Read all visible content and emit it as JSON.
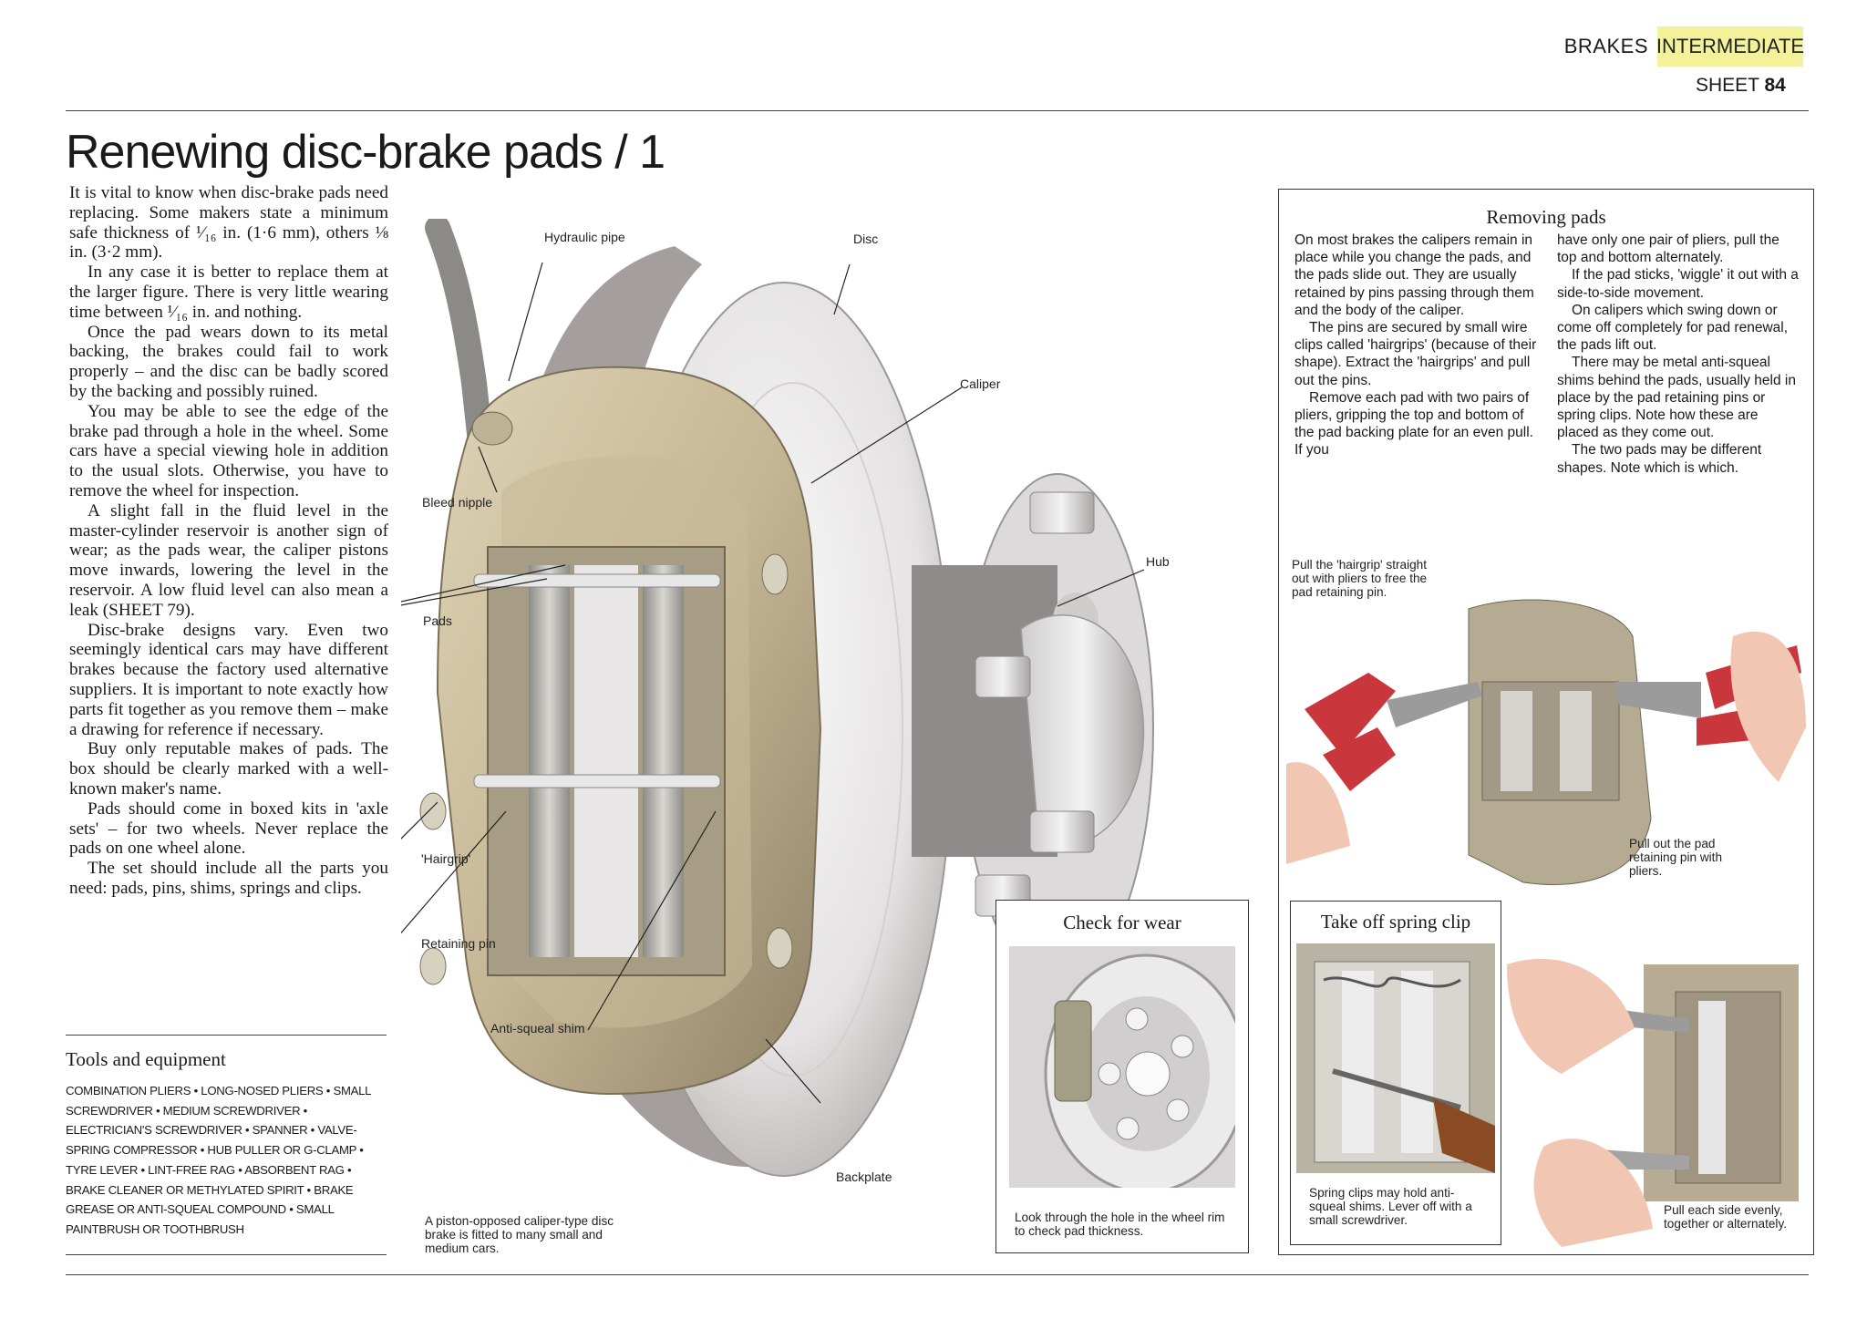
{
  "header": {
    "section": "BRAKES",
    "level_badge": "INTERMEDIATE",
    "sheet_label": "SHEET",
    "sheet_number": "84",
    "badge_color": "#f3f29a"
  },
  "title": {
    "main": "Renewing disc-brake pads",
    "suffix": "/ 1"
  },
  "intro_paragraphs": [
    "It is vital to know when disc-brake pads need replacing. Some makers state a minimum safe thickness of ¹⁄₁₆ in. (1·6 mm), others ⅛ in. (3·2 mm).",
    "In any case it is better to replace them at the larger figure. There is very little wearing time between ¹⁄₁₆ in. and nothing.",
    "Once the pad wears down to its metal backing, the brakes could fail to work properly – and the disc can be badly scored by the backing and possibly ruined.",
    "You may be able to see the edge of the brake pad through a hole in the wheel. Some cars have a special viewing hole in addition to the usual slots. Otherwise, you have to remove the wheel for inspection.",
    "A slight fall in the fluid level in the master-cylinder reservoir is another sign of wear; as the pads wear, the caliper pistons move inwards, lowering the level in the reservoir. A low fluid level can also mean a leak (SHEET 79).",
    "Disc-brake designs vary. Even two seemingly identical cars may have different brakes because the factory used alternative suppliers. It is important to note exactly how parts fit together as you remove them – make a drawing for reference if necessary.",
    "Buy only reputable makes of pads. The box should be clearly marked with a well-known maker's name.",
    "Pads should come in boxed kits in 'axle sets' – for two wheels. Never replace the pads on one wheel alone.",
    "The set should include all the parts you need: pads, pins, shims, springs and clips."
  ],
  "tools": {
    "heading": "Tools and equipment",
    "list": "COMBINATION PLIERS  •  LONG-NOSED PLIERS  •  SMALL SCREWDRIVER  •  MEDIUM SCREWDRIVER  •  ELECTRICIAN'S SCREWDRIVER  •  SPANNER  •  VALVE-SPRING COMPRESSOR  •  HUB PULLER OR G-CLAMP  •  TYRE LEVER  •  LINT-FREE RAG  •  ABSORBENT RAG  •  BRAKE CLEANER OR METHYLATED SPIRIT  •  BRAKE GREASE OR ANTI-SQUEAL COMPOUND  •  SMALL PAINTBRUSH OR TOOTHBRUSH"
  },
  "main_diagram": {
    "labels": {
      "hydraulic_pipe": "Hydraulic pipe",
      "disc": "Disc",
      "caliper": "Caliper",
      "bleed_nipple": "Bleed nipple",
      "hub": "Hub",
      "pads": "Pads",
      "hairgrip": "'Hairgrip'",
      "retaining_pin": "Retaining pin",
      "anti_squeal_shim": "Anti-squeal shim",
      "backplate": "Backplate"
    },
    "caption": "A piston-opposed caliper-type disc brake is fitted to many small and medium cars."
  },
  "check_for_wear": {
    "title": "Check for wear",
    "caption": "Look through the hole in the wheel rim to check pad thickness."
  },
  "removing_pads": {
    "title": "Removing pads",
    "col1": [
      "On most brakes the calipers remain in place while you change the pads, and the pads slide out. They are usually retained by pins passing through them and the body of the caliper.",
      "The pins are secured by small wire clips called 'hairgrips' (because of their shape). Extract the 'hairgrips' and pull out the pins.",
      "Remove each pad with two pairs of pliers, gripping the top and bottom of the pad backing plate for an even pull. If you"
    ],
    "col2": [
      "have only one pair of pliers, pull the top and bottom alternately.",
      "If the pad sticks, 'wiggle' it out with a side-to-side movement.",
      "On calipers which swing down or come off completely for pad renewal, the pads lift out.",
      "There may be metal anti-squeal shims behind the pads, usually held in place by the pad retaining pins or spring clips. Note how these are placed as they come out.",
      "The two pads may be different shapes. Note which is which."
    ],
    "step_pull_hairgrip": "Pull the 'hairgrip' straight out with pliers to free the pad retaining pin.",
    "step_pull_pin": "Pull out the pad retaining pin with pliers.",
    "spring_clip_title": "Take off spring clip",
    "spring_clip_caption": "Spring clips may hold anti-squeal shims. Lever off with a small screwdriver.",
    "pull_evenly_caption": "Pull each side evenly, together or alternately."
  }
}
